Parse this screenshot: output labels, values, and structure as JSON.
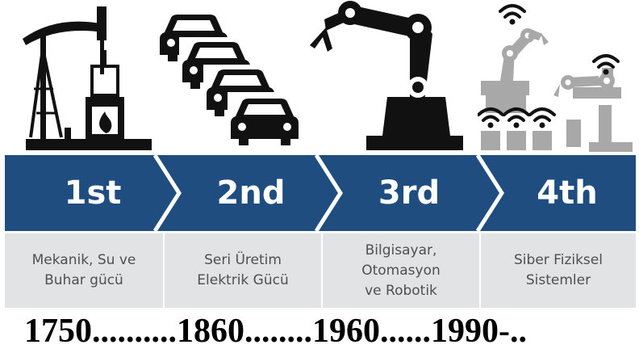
{
  "stages": [
    {
      "label": "1st",
      "description": "Mekanik, Su ve\nBuhar gücü",
      "icon": "oil-pump-steam-engine-icon"
    },
    {
      "label": "2nd",
      "description": "Seri Üretim\nElektrik Gücü",
      "icon": "assembly-line-cars-icon"
    },
    {
      "label": "3rd",
      "description": "Bilgisayar,\nOtomasyon\nve Robotik",
      "icon": "robotic-arm-icon"
    },
    {
      "label": "4th",
      "description": "Siber Fiziksel\nSistemler",
      "icon": "connected-robots-wifi-icon"
    }
  ],
  "timeline": "1750..........1860........1960......1990-..",
  "colors": {
    "banner": "#1f4d80",
    "banner_border": "#ffffff",
    "description_bg": "#e2e3e4",
    "description_text": "#4f4f52",
    "icon_dark": "#111111",
    "icon_light": "#a8a8a8"
  }
}
